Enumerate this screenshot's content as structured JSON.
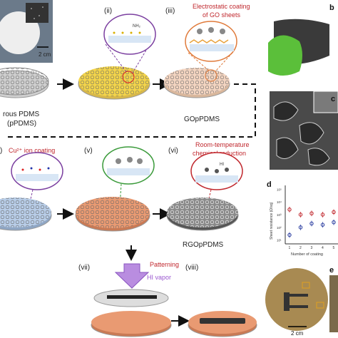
{
  "panels": {
    "left": {
      "step_ii": "(ii)",
      "step_iii": "(iii)",
      "step_iii_note_line1": "Electrostatic coating",
      "step_iii_note_line2": "of GO sheets",
      "scale_top": "2 cm",
      "ppdms_line1": "rous PDMS",
      "ppdms_line2": "(pPDMS)",
      "gopdms": "GOpPDMS",
      "step_iv_note": "Cu²⁺ ion coating",
      "step_v": "(v)",
      "step_vi": "(vi)",
      "step_vi_note_line1": "Room-temperature",
      "step_vi_note_line2": "chemical reduction",
      "rgopdms": "RGOpPDMS",
      "step_vii": "(vii)",
      "step_vii_note": "Patterning",
      "hi_vapor": "HI vapor",
      "step_viii": "(viii)",
      "bubble_ii": "NH₂",
      "bubble_vi": "HI"
    },
    "right": {
      "label_b": "b",
      "label_c": "c",
      "label_d": "d",
      "label_e": "e",
      "scale_e": "2 cm"
    }
  },
  "chart_data": {
    "type": "scatter",
    "xlabel": "Number of coating",
    "ylabel": "Sheet resistance (Ω/sq)",
    "x_ticks": [
      "1",
      "2",
      "3",
      "4",
      "5"
    ],
    "y_ticks": [
      "10¹",
      "10²",
      "10³",
      "10⁴",
      "10⁵"
    ],
    "series": [
      {
        "color": "#c0272d",
        "points": [
          [
            1,
            3.4
          ],
          [
            2,
            3.0
          ],
          [
            3,
            3.1
          ],
          [
            4,
            3.0
          ],
          [
            5,
            3.2
          ]
        ]
      },
      {
        "color": "#2a3da0",
        "points": [
          [
            1,
            1.4
          ],
          [
            2,
            2.0
          ],
          [
            3,
            2.3
          ],
          [
            4,
            2.2
          ],
          [
            5,
            2.4
          ]
        ]
      }
    ]
  },
  "colors": {
    "accent_red": "#c0272d",
    "arrow_purple": "#9b59d0",
    "blue": "#2a3da0"
  }
}
